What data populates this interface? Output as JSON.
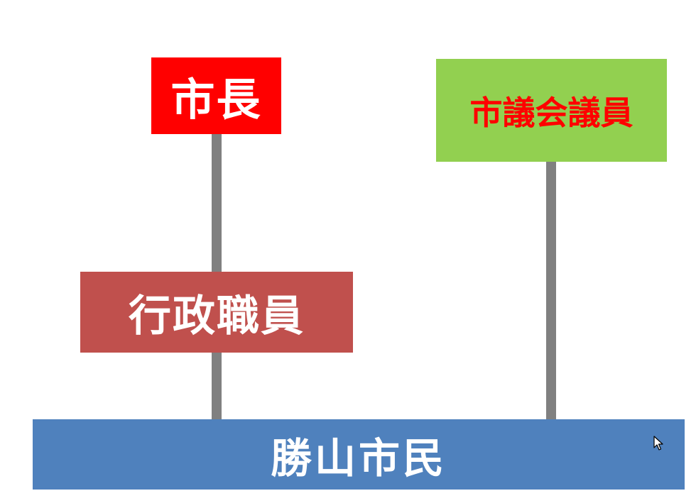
{
  "diagram": {
    "mayor": {
      "label": "市長",
      "bg_color": "#ff0000",
      "text_color": "#ffffff"
    },
    "council": {
      "label": "市議会議員",
      "bg_color": "#92d050",
      "text_color": "#ff0000"
    },
    "staff": {
      "label": "行政職員",
      "bg_color": "#c0504d",
      "text_color": "#ffffff"
    },
    "citizens": {
      "label": "勝山市民",
      "bg_color": "#4f81bd",
      "text_color": "#ffffff"
    },
    "connector_color": "#808080"
  },
  "cursor": {
    "icon": "mouse-pointer-icon"
  }
}
